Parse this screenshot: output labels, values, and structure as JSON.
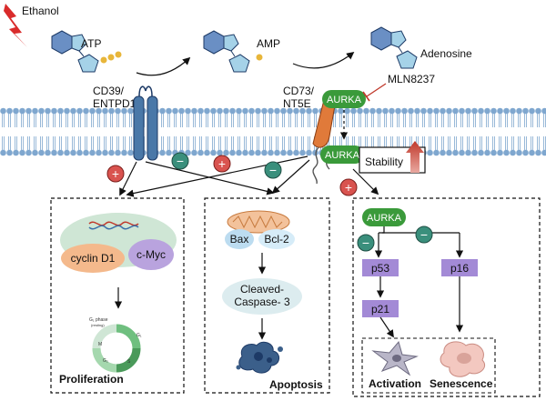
{
  "stimulus": {
    "label": "Ethanol"
  },
  "metabolites": {
    "atp": "ATP",
    "amp": "AMP",
    "adenosine": "Adenosine"
  },
  "enzymes": {
    "cd39": [
      "CD39/",
      "ENTPD1"
    ],
    "cd73": [
      "CD73/",
      "NT5E"
    ]
  },
  "inhibitor": "MLN8237",
  "aurka": "AURKA",
  "stability_label": "Stability",
  "proliferation": {
    "cyclin": "cyclin D1",
    "myc": "c-Myc",
    "title": "Proliferation",
    "cycle_phases": [
      "G₁ phase",
      "(resting)",
      "G₁",
      "S",
      "G₂",
      "M"
    ]
  },
  "apoptosis": {
    "bax": "Bax",
    "bcl2": "Bcl-2",
    "caspase": [
      "Cleaved-",
      "Caspase- 3"
    ],
    "title": "Apoptosis"
  },
  "senescence_panel": {
    "aurka": "AURKA",
    "p53": "p53",
    "p16": "p16",
    "p21": "p21",
    "activation": "Activation",
    "senescence": "Senescence"
  },
  "signs": {
    "plus": "+",
    "minus": "−"
  },
  "colors": {
    "hexagon": "#6a8fc4",
    "pentagon": "#a5d2e8",
    "phosphate": "#e8b63a",
    "membrane_head": "#7fa7cf",
    "cd39": "#4a78a8",
    "cd73": "#e07a3a",
    "aurka": "#3a9a3a",
    "plus_circle": "#d9534f",
    "minus_circle": "#3a8f7c",
    "protein_box": "#a38ad6",
    "stability_arrow": "#c0392b"
  }
}
